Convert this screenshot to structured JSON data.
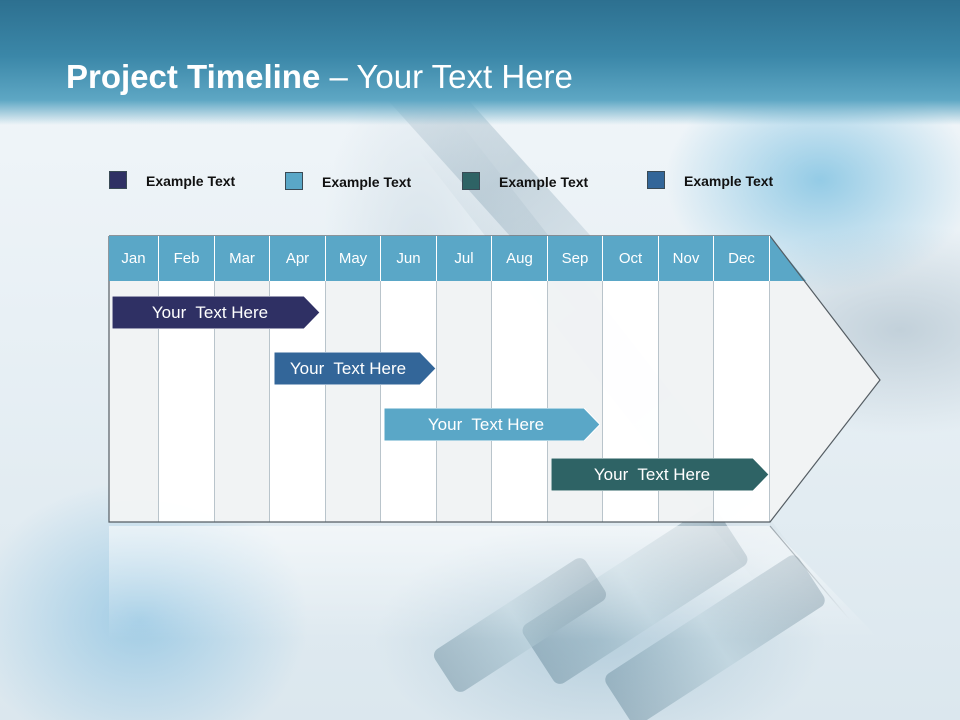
{
  "slide": {
    "title_bold": "Project Timeline",
    "title_rest": " – Your Text Here"
  },
  "legend": [
    {
      "label": "Example Text",
      "color": "#2f3064"
    },
    {
      "label": "Example Text",
      "color": "#5aa7c7"
    },
    {
      "label": "Example Text",
      "color": "#2e6365"
    },
    {
      "label": "Example Text",
      "color": "#336699"
    }
  ],
  "timeline": {
    "months": [
      "Jan",
      "Feb",
      "Mar",
      "Apr",
      "May",
      "Jun",
      "Jul",
      "Aug",
      "Sep",
      "Oct",
      "Nov",
      "Dec"
    ],
    "header_color": "#5aa7c7",
    "tasks": [
      {
        "label": "Your  Text Here",
        "color": "#2f3064"
      },
      {
        "label": "Your  Text Here",
        "color": "#336699"
      },
      {
        "label": "Your  Text Here",
        "color": "#5aa7c7"
      },
      {
        "label": "Your  Text Here",
        "color": "#2e6365"
      }
    ]
  }
}
